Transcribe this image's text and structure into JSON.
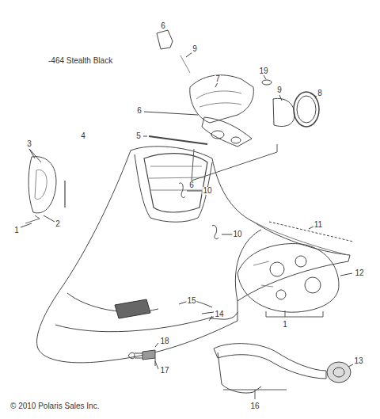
{
  "diagram": {
    "labels": [
      "6",
      "9",
      "-464 Stealth Black",
      "7",
      "19",
      "9",
      "8",
      "6",
      "4",
      "5",
      "3",
      "10",
      "6",
      "10",
      "11",
      "2",
      "1",
      "12",
      "15",
      "1",
      "14",
      "18",
      "13",
      "17",
      "16",
      "© 2010 Polaris Sales Inc."
    ]
  }
}
